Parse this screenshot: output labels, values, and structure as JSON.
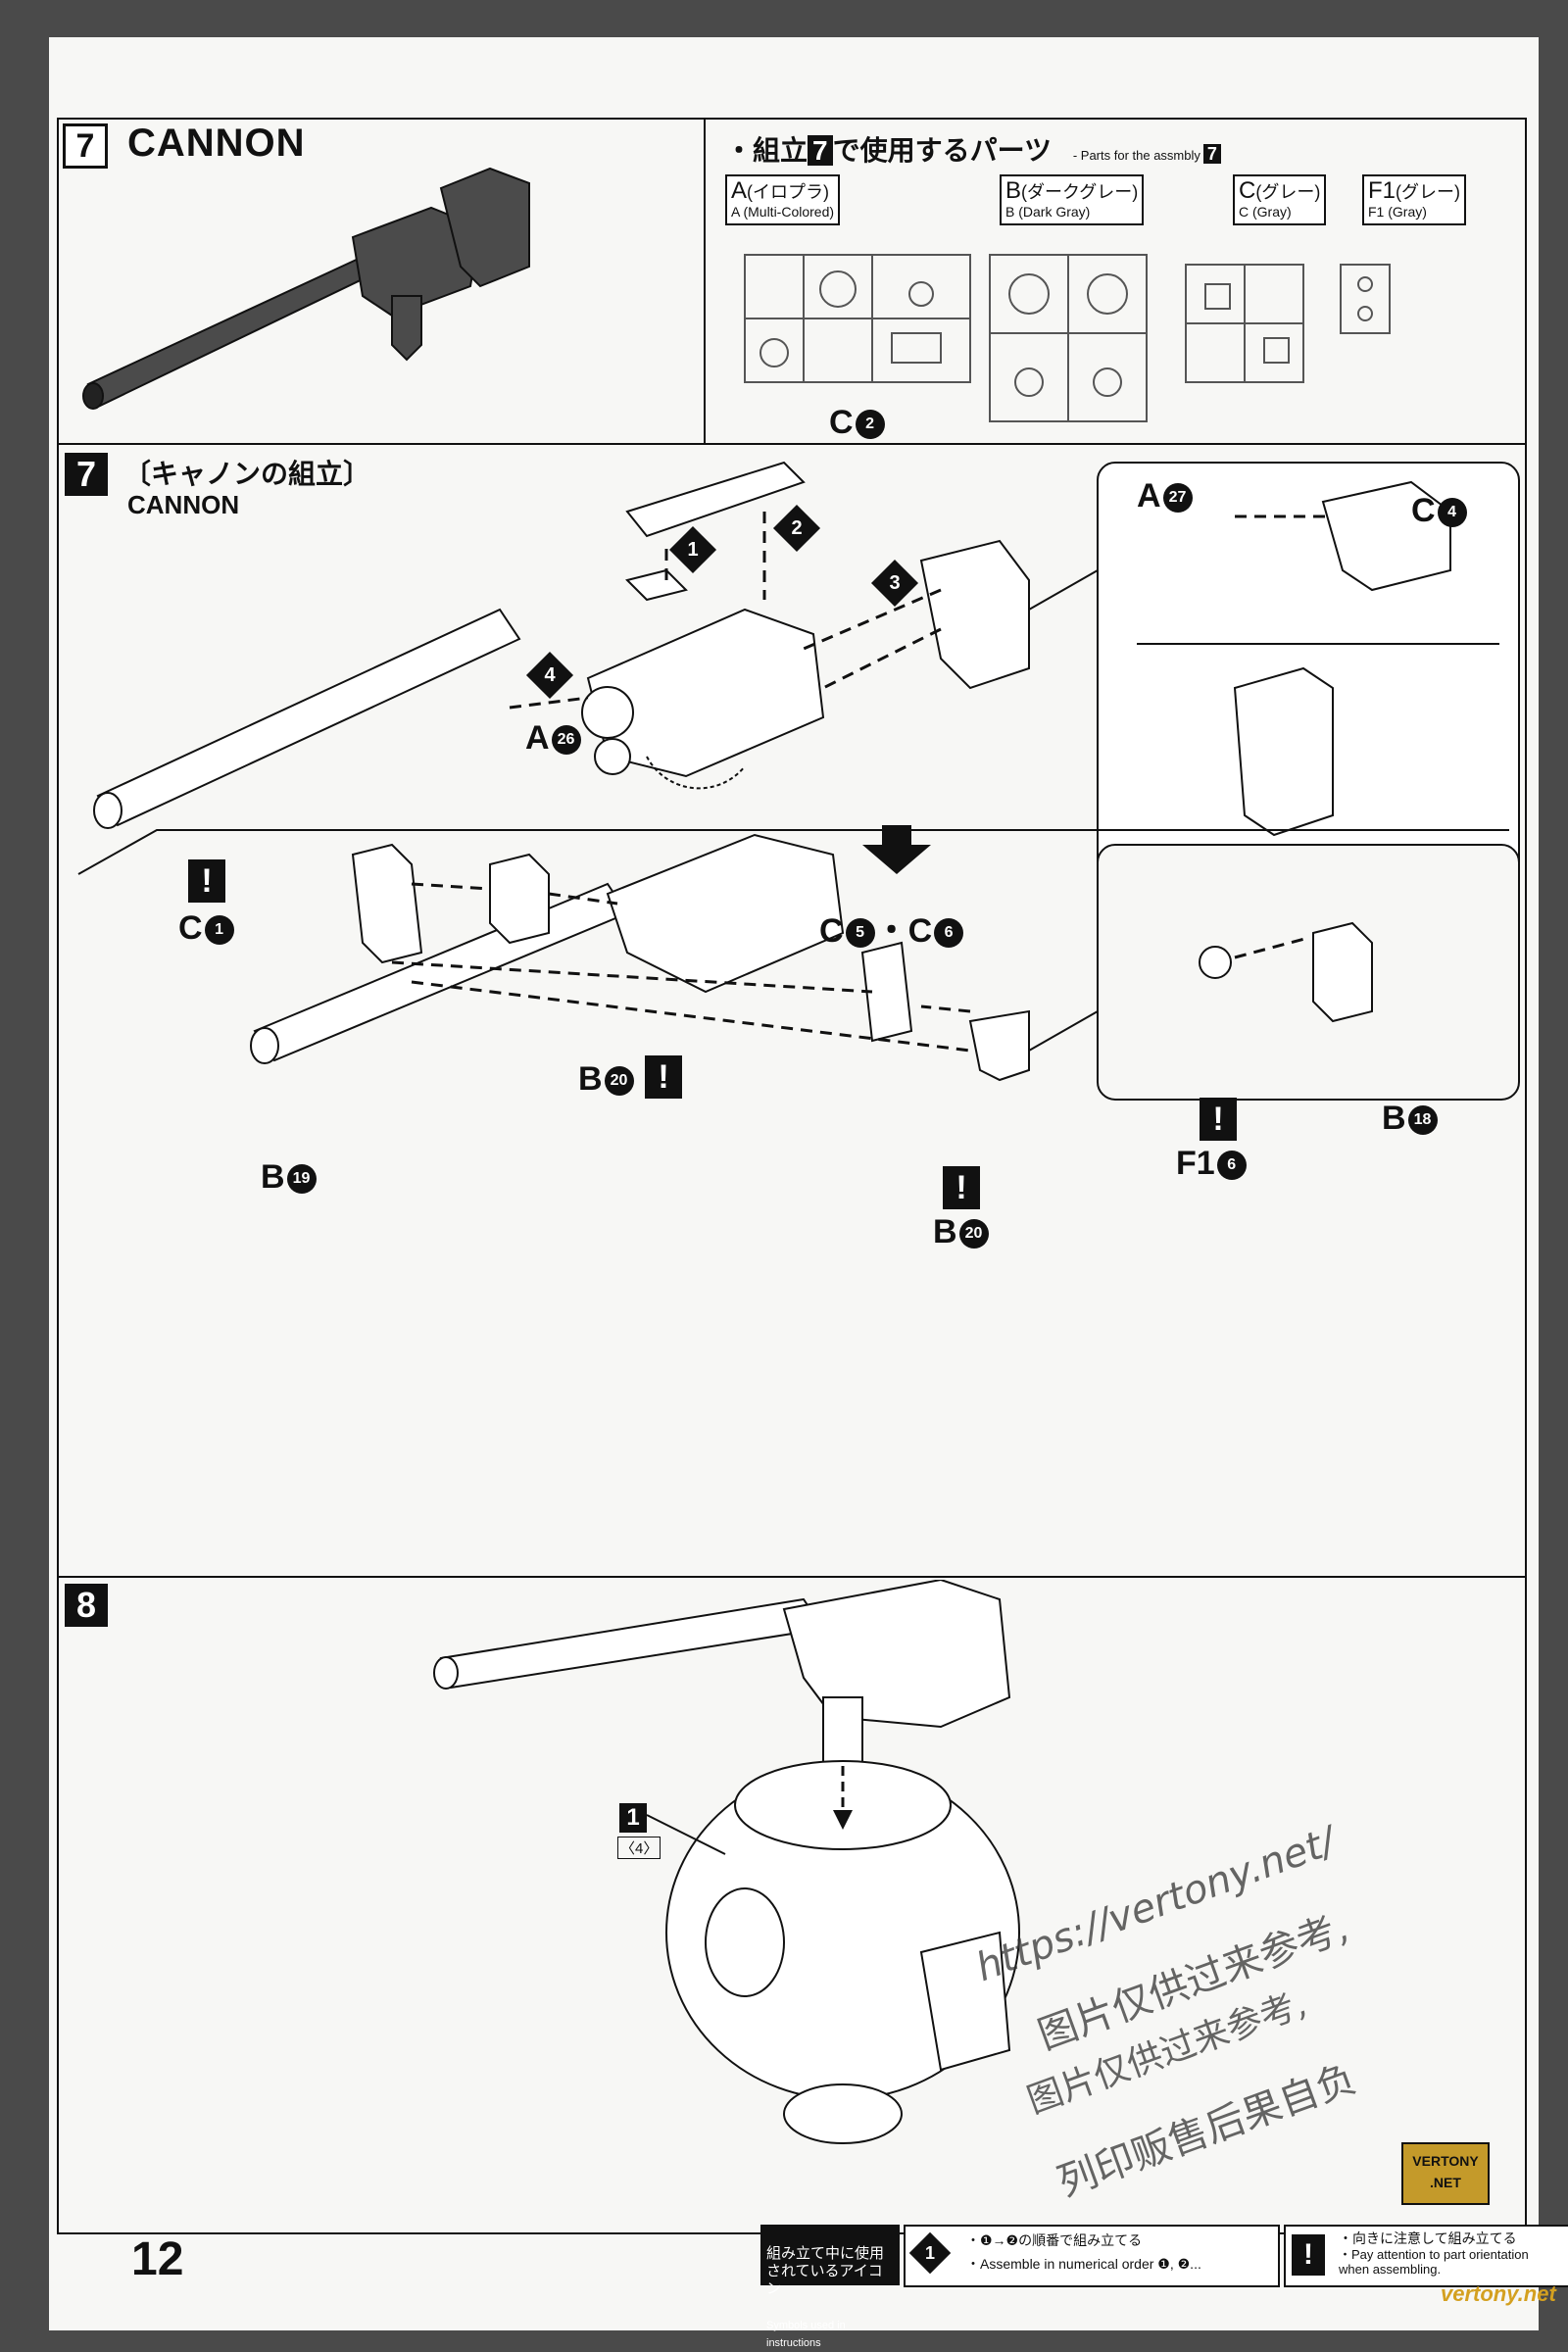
{
  "header": {
    "step_number": "7",
    "title": "CANNON"
  },
  "parts_panel": {
    "heading_prefix": "・組立",
    "heading_step": "7",
    "heading_suffix": "で使用するパーツ",
    "heading_en": "- Parts for the assmbly",
    "heading_en_step": "7",
    "runners": [
      {
        "code": "A",
        "jp": "(イロプラ)",
        "en": "A (Multi-Colored)"
      },
      {
        "code": "B",
        "jp": "(ダークグレー)",
        "en": "B (Dark Gray)"
      },
      {
        "code": "C",
        "jp": "(グレー)",
        "en": "C (Gray)"
      },
      {
        "code": "F1",
        "jp": "(グレー)",
        "en": "F1 (Gray)"
      }
    ]
  },
  "section7": {
    "step_number": "7",
    "title_jp": "〔キャノンの組立〕",
    "title_en": "CANNON",
    "labels": {
      "c2": {
        "letter": "C",
        "num": "2"
      },
      "a26": {
        "letter": "A",
        "num": "26"
      },
      "c1": {
        "letter": "C",
        "num": "1"
      },
      "c56": {
        "letter1": "C",
        "num1": "5",
        "sep": "・",
        "letter2": "C",
        "num2": "6"
      },
      "a27": {
        "letter": "A",
        "num": "27"
      },
      "c4": {
        "letter": "C",
        "num": "4"
      },
      "b20a": {
        "letter": "B",
        "num": "20"
      },
      "b19": {
        "letter": "B",
        "num": "19"
      },
      "b20b": {
        "letter": "B",
        "num": "20"
      },
      "f16": {
        "letter": "F1",
        "num": "6"
      },
      "b18": {
        "letter": "B",
        "num": "18"
      }
    },
    "step_markers": [
      "1",
      "2",
      "3",
      "4"
    ],
    "attention_mark": "!"
  },
  "section8": {
    "step_number": "8",
    "ref_part": "1",
    "ref_step": "〈4〉"
  },
  "footer": {
    "page_number": "12",
    "legend_title_jp": "組み立て中に使用\nされているアイコン",
    "legend_title_en": "Symbols used in instructions",
    "order_icon": "1",
    "order_jp": "・❶→❷の順番で組み立てる",
    "order_en": "・Assemble in numerical order ❶, ❷...",
    "attention_icon": "!",
    "attention_jp": "・向きに注意して組み立てる",
    "attention_en": "・Pay attention to part orientation\n  when assembling."
  },
  "watermark": {
    "url": "https://vertony.net/",
    "line1": "图片仅供过来参考,",
    "line2": "图片仅供过来参考,",
    "line3": "列印贩售后果自负",
    "badge": "VERTONY\n.NET",
    "corner": "vertony.net"
  }
}
